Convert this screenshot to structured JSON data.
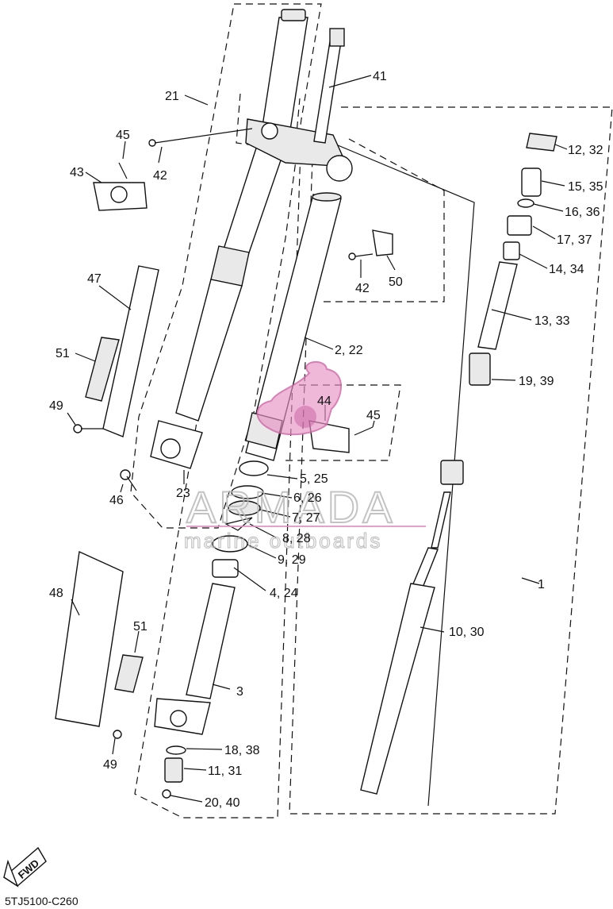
{
  "diagram_code": "5TJ5100-C260",
  "fwd_badge": "FWD",
  "watermark": {
    "brand": "ARMADA",
    "tagline": "marine outboards",
    "accent": "#e58fc2"
  },
  "callouts": [
    {
      "id": "c1",
      "text": "1"
    },
    {
      "id": "c3",
      "text": "3"
    },
    {
      "id": "c4",
      "text": "4, 24"
    },
    {
      "id": "c5",
      "text": "5, 25"
    },
    {
      "id": "c6",
      "text": "6, 26"
    },
    {
      "id": "c7",
      "text": "7, 27"
    },
    {
      "id": "c8",
      "text": "8, 28"
    },
    {
      "id": "c9",
      "text": "9, 29"
    },
    {
      "id": "c10",
      "text": "10, 30"
    },
    {
      "id": "c11",
      "text": "11, 31"
    },
    {
      "id": "c12",
      "text": "12, 32"
    },
    {
      "id": "c13",
      "text": "13, 33"
    },
    {
      "id": "c14",
      "text": "14, 34"
    },
    {
      "id": "c15",
      "text": "15, 35"
    },
    {
      "id": "c16",
      "text": "16, 36"
    },
    {
      "id": "c17",
      "text": "17, 37"
    },
    {
      "id": "c18",
      "text": "18, 38"
    },
    {
      "id": "c19",
      "text": "19, 39"
    },
    {
      "id": "c20",
      "text": "20, 40"
    },
    {
      "id": "c2",
      "text": "2, 22"
    },
    {
      "id": "c21",
      "text": "21"
    },
    {
      "id": "c23",
      "text": "23"
    },
    {
      "id": "c41",
      "text": "41"
    },
    {
      "id": "c42a",
      "text": "42"
    },
    {
      "id": "c42b",
      "text": "42"
    },
    {
      "id": "c43",
      "text": "43"
    },
    {
      "id": "c44",
      "text": "44"
    },
    {
      "id": "c45a",
      "text": "45"
    },
    {
      "id": "c45b",
      "text": "45"
    },
    {
      "id": "c46",
      "text": "46"
    },
    {
      "id": "c47",
      "text": "47"
    },
    {
      "id": "c48",
      "text": "48"
    },
    {
      "id": "c49a",
      "text": "49"
    },
    {
      "id": "c49b",
      "text": "49"
    },
    {
      "id": "c50",
      "text": "50"
    },
    {
      "id": "c51a",
      "text": "51"
    },
    {
      "id": "c51b",
      "text": "51"
    }
  ]
}
